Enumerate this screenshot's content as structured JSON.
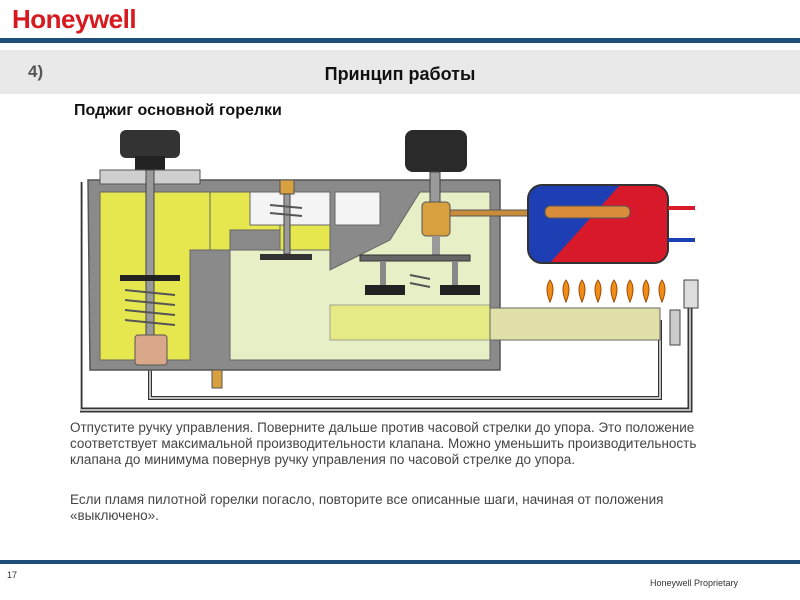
{
  "header": {
    "brand": "Honeywell",
    "slide_number": "4)",
    "title": "Принцип работы"
  },
  "content": {
    "subheading": "Поджиг основной горелки",
    "paragraphs": [
      "Отпустите ручку управления. Поверните дальше против часовой стрелки до упора. Это положение соответствует максимальной производительности клапана. Можно уменьшить производительность клапана до минимума повернув ручку управления по часовой стрелке до упора.",
      "Если пламя пилотной горелки погасло, повторите все описанные шаги, начиная от положения «выключено»."
    ]
  },
  "colors": {
    "brand_red": "#d71920",
    "bar_blue": "#1f4e79",
    "gas_yellow": "#e6e64f",
    "gas_pale": "#e6efc6",
    "body_gray": "#8a8a8a",
    "tank_red": "#d8192a",
    "tank_blue": "#1e3fb4"
  },
  "diagram": {
    "icons": [
      "control-knob-icon",
      "thermostat-knob-icon",
      "water-tank-icon",
      "pilot-flame-icon",
      "thermocouple-icon",
      "spring-icon"
    ]
  },
  "footer": {
    "page_number": "17",
    "proprietary": "Honeywell Proprietary"
  }
}
